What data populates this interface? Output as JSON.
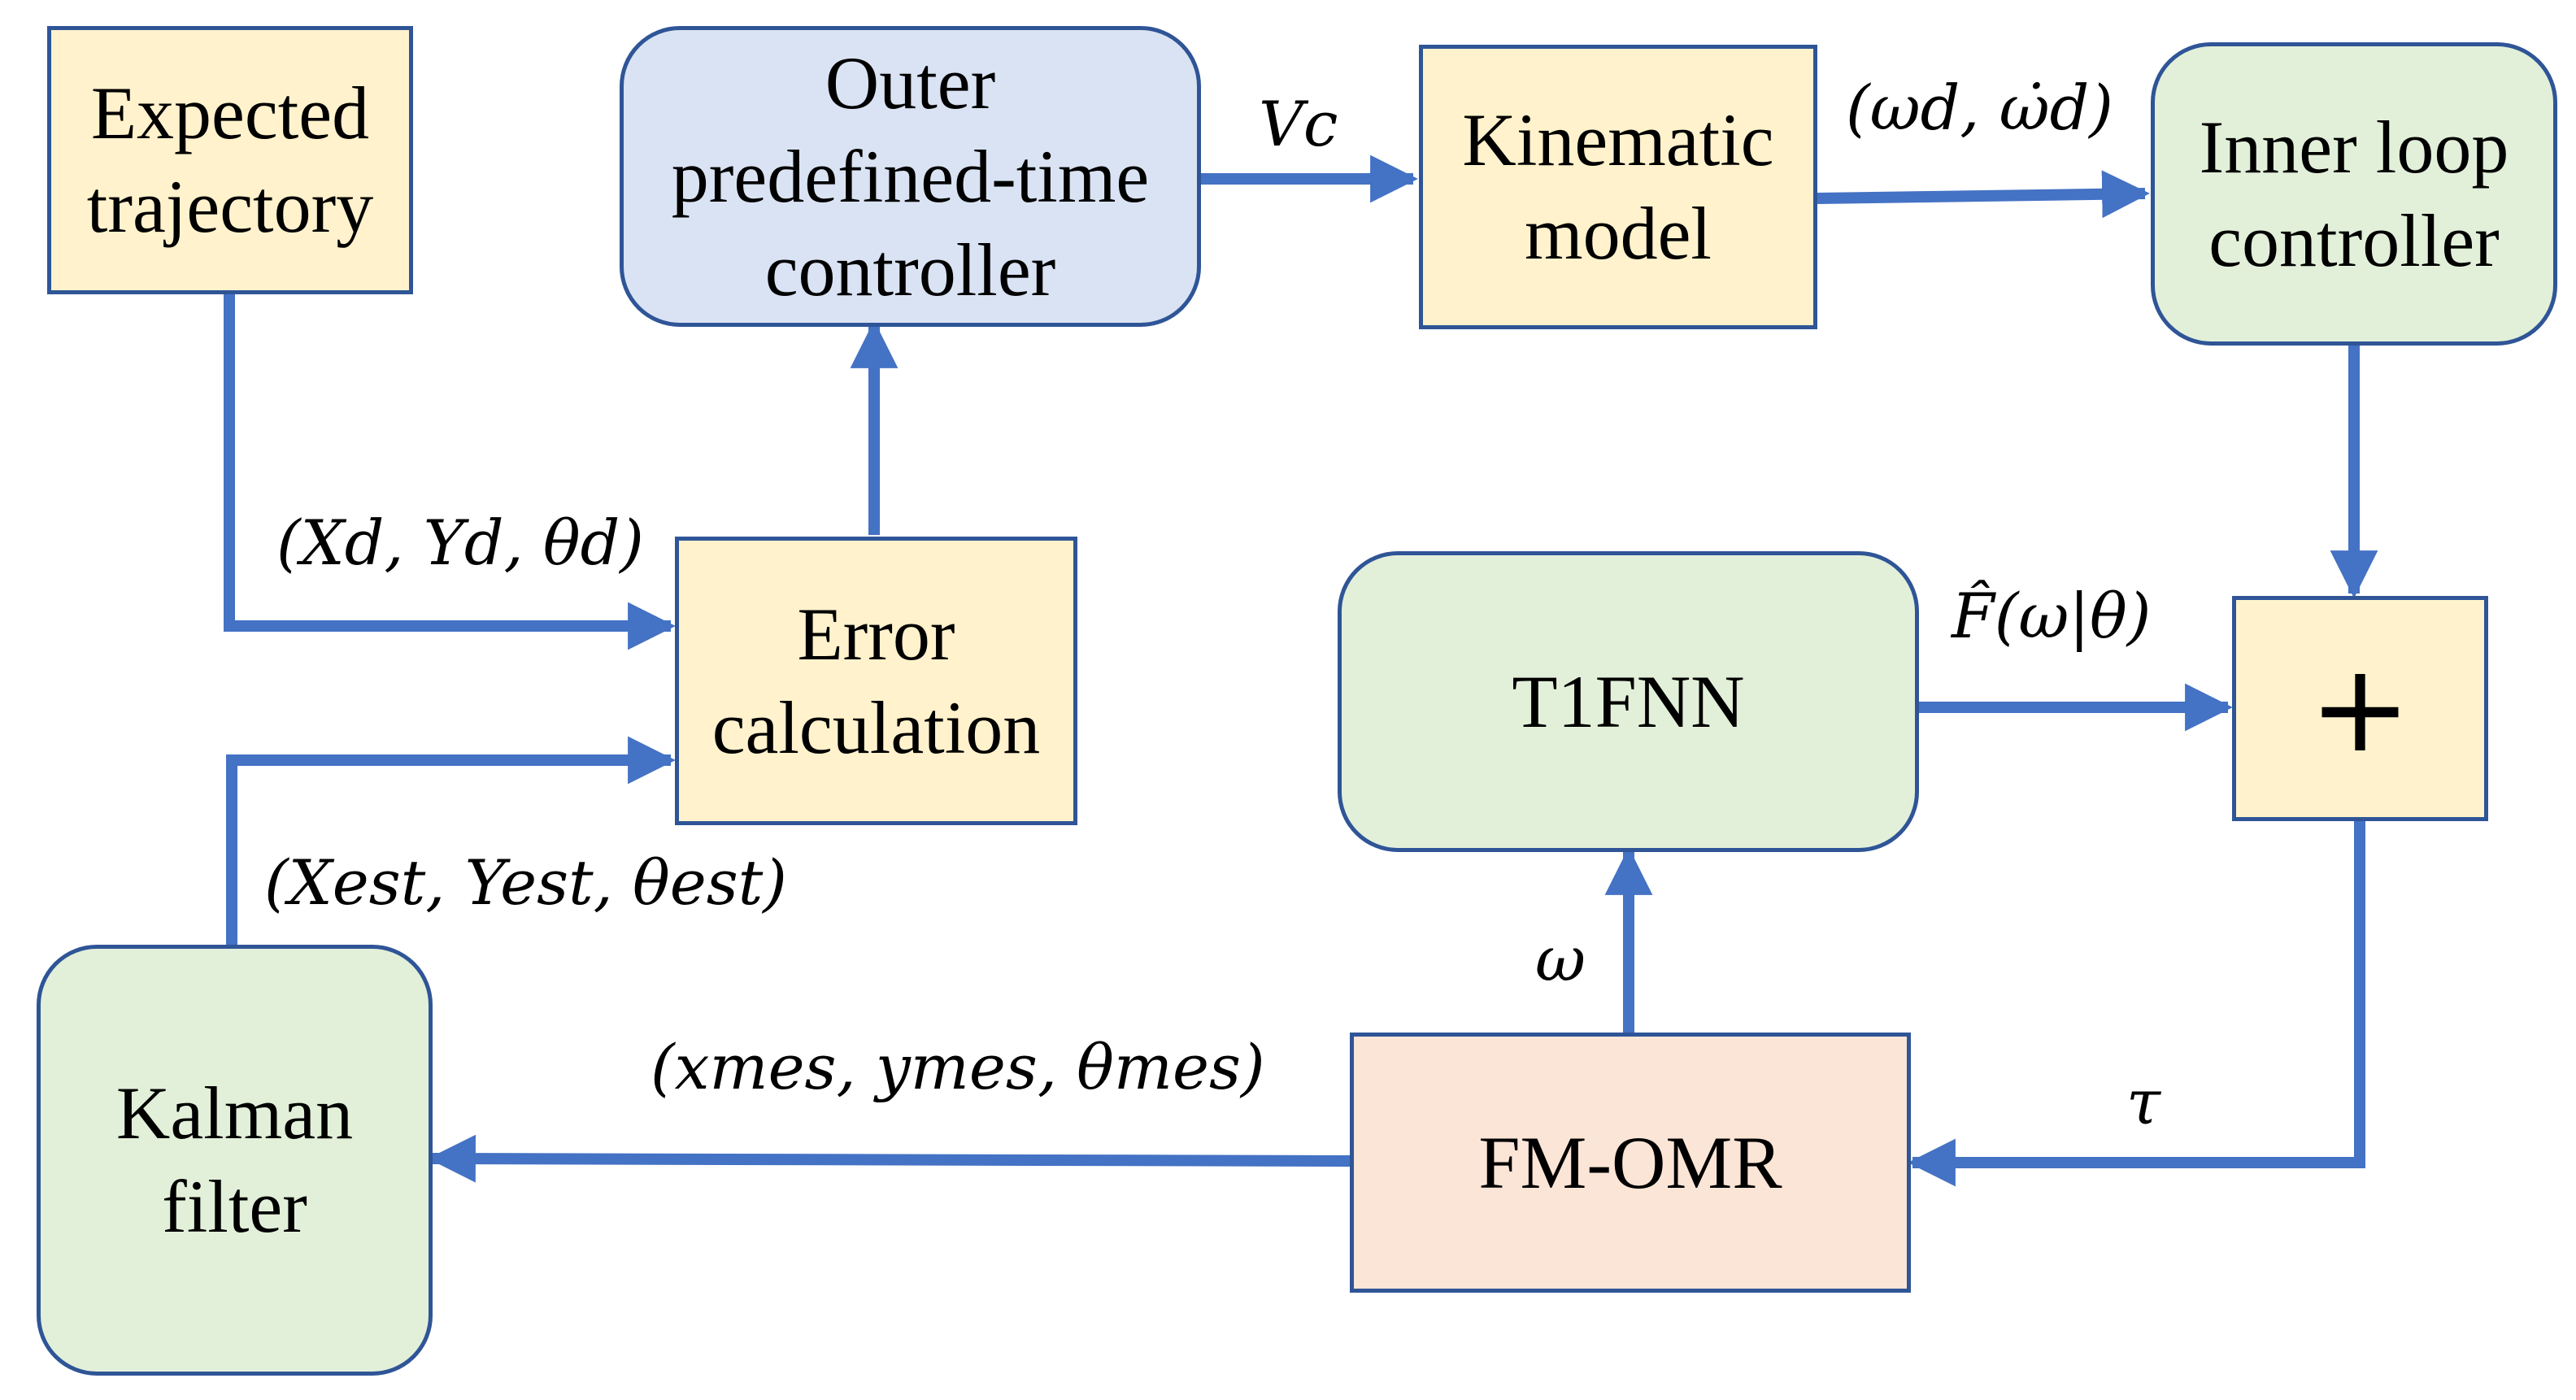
{
  "colors": {
    "arrow": "#4472c4",
    "border": "#2f5597",
    "yellow": "#fff2cc",
    "blue": "#dae3f3",
    "green": "#e2f0d9",
    "peach": "#fbe5d6"
  },
  "blocks": {
    "expected": {
      "lines": [
        "Expected",
        "trajectory"
      ]
    },
    "outer": {
      "lines": [
        "Outer",
        "predefined-time",
        "controller"
      ]
    },
    "kinematic": {
      "lines": [
        "Kinematic",
        "model"
      ]
    },
    "inner": {
      "lines": [
        "Inner loop",
        "controller"
      ]
    },
    "error": {
      "lines": [
        "Error",
        "calculation"
      ]
    },
    "t1fnn": {
      "lines": [
        "T1FNN"
      ]
    },
    "sum": {
      "symbol": "+"
    },
    "kalman": {
      "lines": [
        "Kalman",
        "filter"
      ]
    },
    "fmomr": {
      "lines": [
        "FM-OMR"
      ]
    }
  },
  "labels": {
    "vc": "Vc",
    "omega_d": "(ωd, ω̇d)",
    "desired": "(Xd, Yd, θd)",
    "estimated": "(Xest, Yest, θest)",
    "fhat": "F̂(ω|θ)",
    "omega": "ω",
    "tau": "τ",
    "measured": "(xmes, ymes, θmes)"
  }
}
